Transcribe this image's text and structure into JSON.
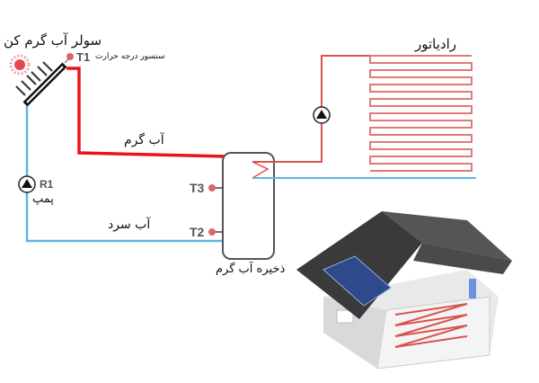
{
  "labels": {
    "solar_collector": "سولر آب گرم کن",
    "temp_sensor": "سنسور درجه حرارت",
    "t1": "T1",
    "t2": "T2",
    "t3": "T3",
    "r1": "R1",
    "pump": "پمپ",
    "hot_water": "آب گرم",
    "cold_water": "آب سرد",
    "storage_tank": "ذخیره آب گرم",
    "radiator": "رادیاتور"
  },
  "colors": {
    "hot": "#e8141b",
    "cold": "#5ab8e0",
    "radiator_red": "#d9534f",
    "sensor": "#d9666b"
  }
}
